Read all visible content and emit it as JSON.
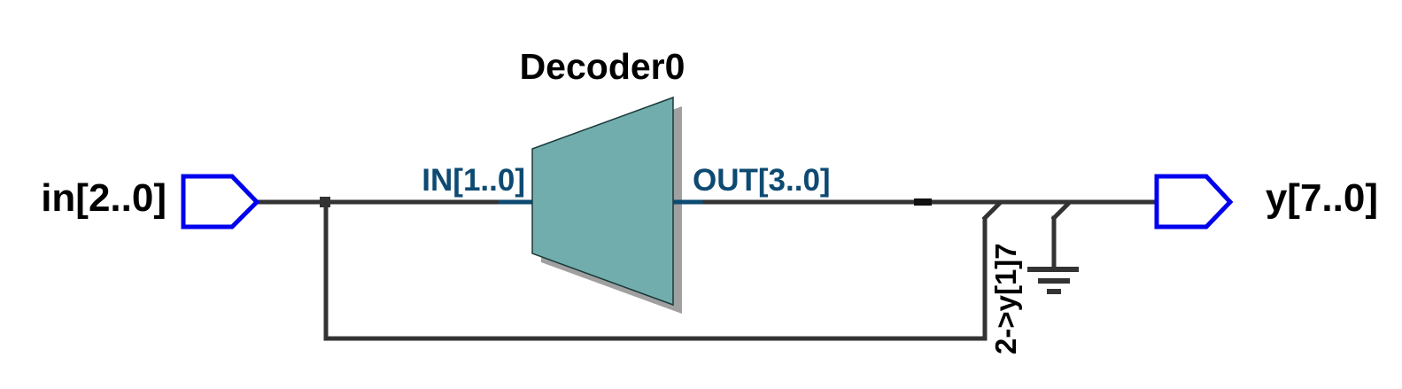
{
  "decoder": {
    "name": "Decoder0",
    "input_port": "IN[1..0]",
    "output_port": "OUT[3..0]"
  },
  "pins": {
    "input": "in[2..0]",
    "output": "y[7..0]"
  },
  "tap_label": "2->y[1]7",
  "colors": {
    "decoder_fill": "#72adad",
    "decoder_shadow": "#a0a0a0",
    "pin_outline": "#0000ee",
    "port_label": "#0d4a72",
    "wire": "#333333",
    "stub": "#0d4a72"
  },
  "icons": {
    "input_pin": "input-pin-icon",
    "output_pin": "output-pin-icon",
    "ground": "ground-icon"
  }
}
